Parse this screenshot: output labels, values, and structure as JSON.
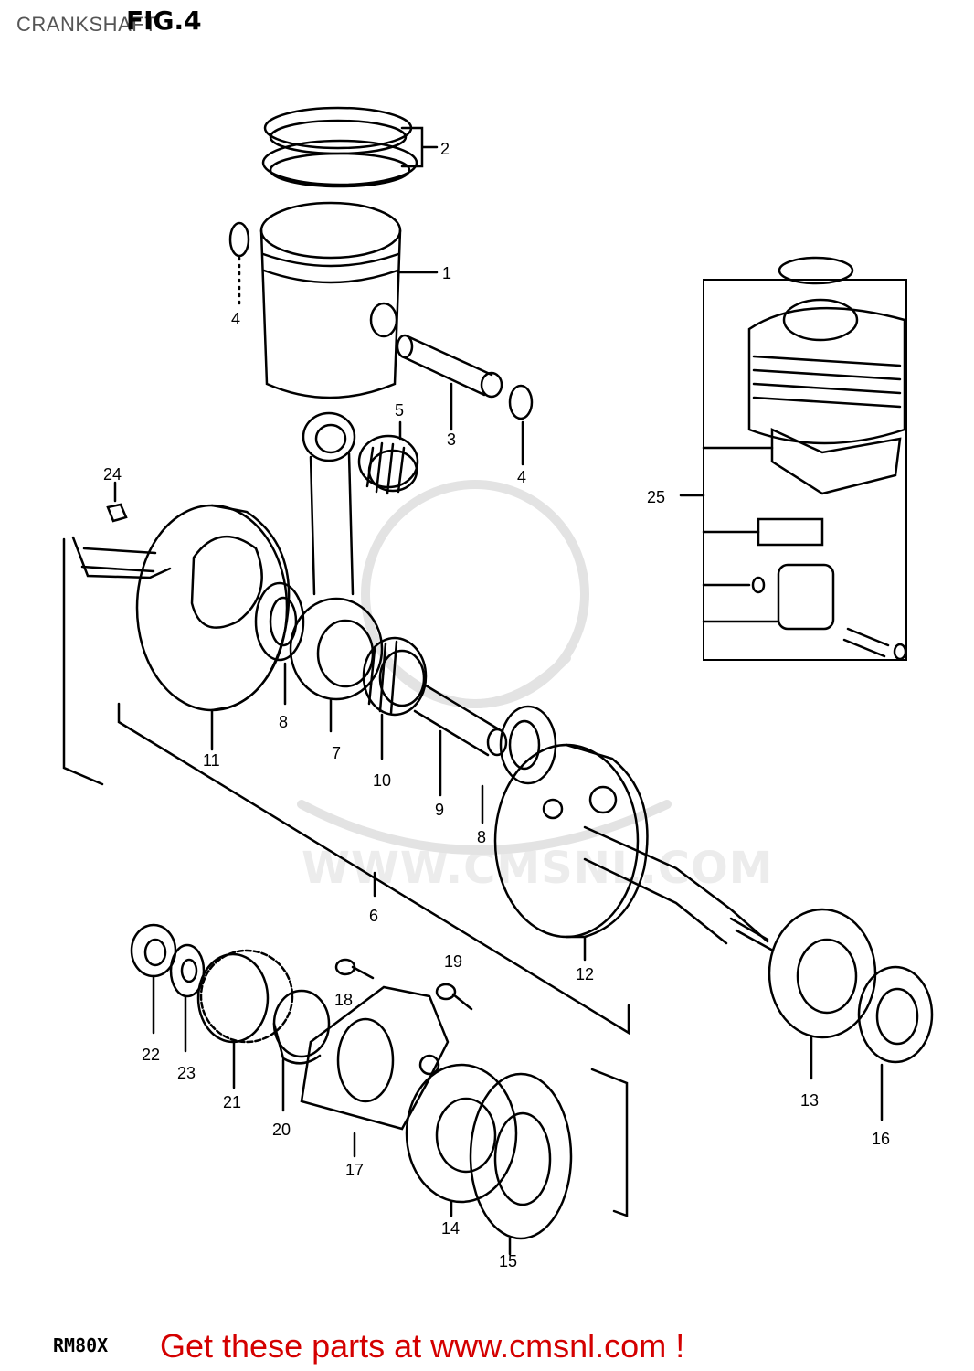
{
  "header": {
    "title": "CRANKSHAFT",
    "figure": "FIG.4"
  },
  "footer": {
    "model": "RM80X",
    "cta": "Get these parts at www.cmsnl.com !"
  },
  "watermark": {
    "text": "WWW.CMSNL.COM"
  },
  "colors": {
    "cta": "#d40000",
    "line": "#000000",
    "watermark": "#e6e6e6"
  },
  "part_labels": [
    "1",
    "2",
    "3",
    "4",
    "4",
    "5",
    "6",
    "7",
    "8",
    "8",
    "9",
    "10",
    "11",
    "12",
    "13",
    "14",
    "15",
    "16",
    "17",
    "18",
    "19",
    "20",
    "21",
    "22",
    "23",
    "24",
    "25"
  ]
}
